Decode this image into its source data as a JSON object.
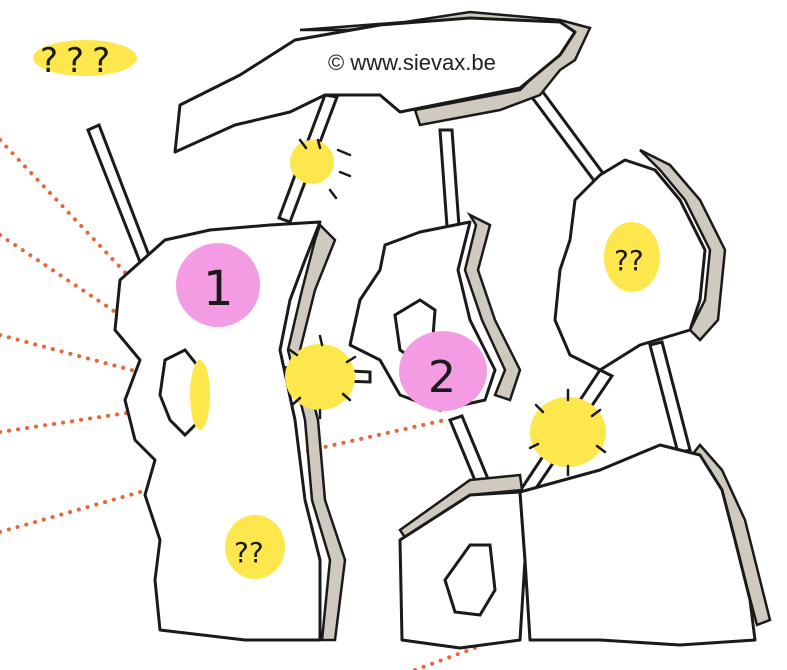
{
  "copyright": "© www.sievax.be",
  "labels": {
    "unknown_triple": "???",
    "block_top_right": "??",
    "block_bottom_left": "??",
    "marker_one": "1",
    "marker_two": "2"
  },
  "colors": {
    "outline": "#1a1a1a",
    "shadow": "#cfc9bf",
    "yellow": "#fde74c",
    "pink": "#f39be3",
    "dots": "#e5683a"
  }
}
